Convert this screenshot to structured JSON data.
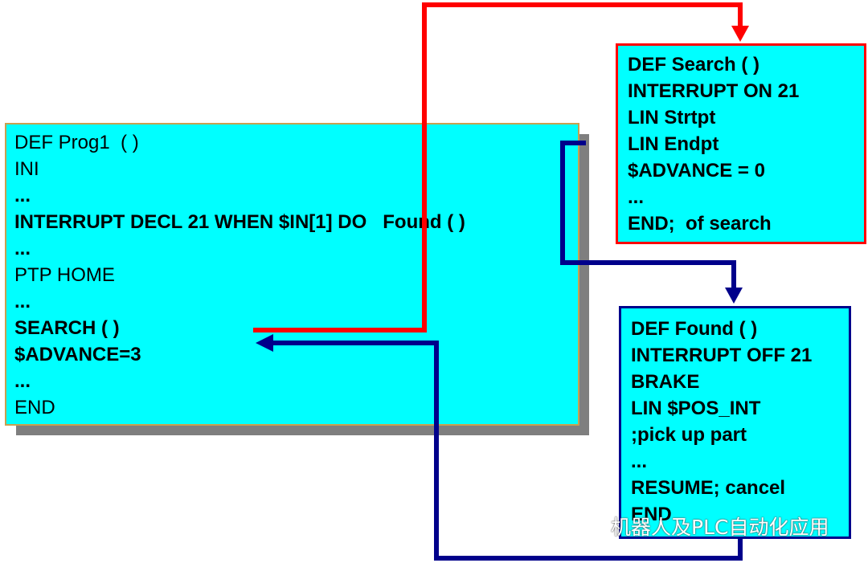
{
  "prog1": {
    "lines": [
      {
        "text": "DEF Prog1  ( )",
        "bold": false
      },
      {
        "text": "INI",
        "bold": false
      },
      {
        "text": "...",
        "bold": true
      },
      {
        "text": "INTERRUPT DECL 21 WHEN $IN[1] DO   Found ( )",
        "bold": true
      },
      {
        "text": "...",
        "bold": true
      },
      {
        "text": "PTP HOME",
        "bold": false
      },
      {
        "text": "...",
        "bold": true
      },
      {
        "text": "SEARCH ( )",
        "bold": true
      },
      {
        "text": "$ADVANCE=3",
        "bold": true
      },
      {
        "text": "...",
        "bold": true
      },
      {
        "text": "END",
        "bold": false
      }
    ]
  },
  "search": {
    "lines": [
      "DEF Search ( )",
      "INTERRUPT ON 21",
      "LIN Strtpt",
      "LIN Endpt",
      "$ADVANCE = 0",
      "...",
      "END;  of search"
    ]
  },
  "found": {
    "lines": [
      "DEF Found ( )",
      "INTERRUPT OFF 21",
      "BRAKE",
      "LIN $POS_INT",
      ";pick up part",
      "...",
      "RESUME; cancel",
      "END"
    ]
  },
  "colors": {
    "box_fill": "#00ffff",
    "call_arrow": "#ff0000",
    "return_arrow": "#00008b"
  },
  "watermark": {
    "text": "机器人及PLC自动化应用",
    "icon": "wechat-icon"
  }
}
